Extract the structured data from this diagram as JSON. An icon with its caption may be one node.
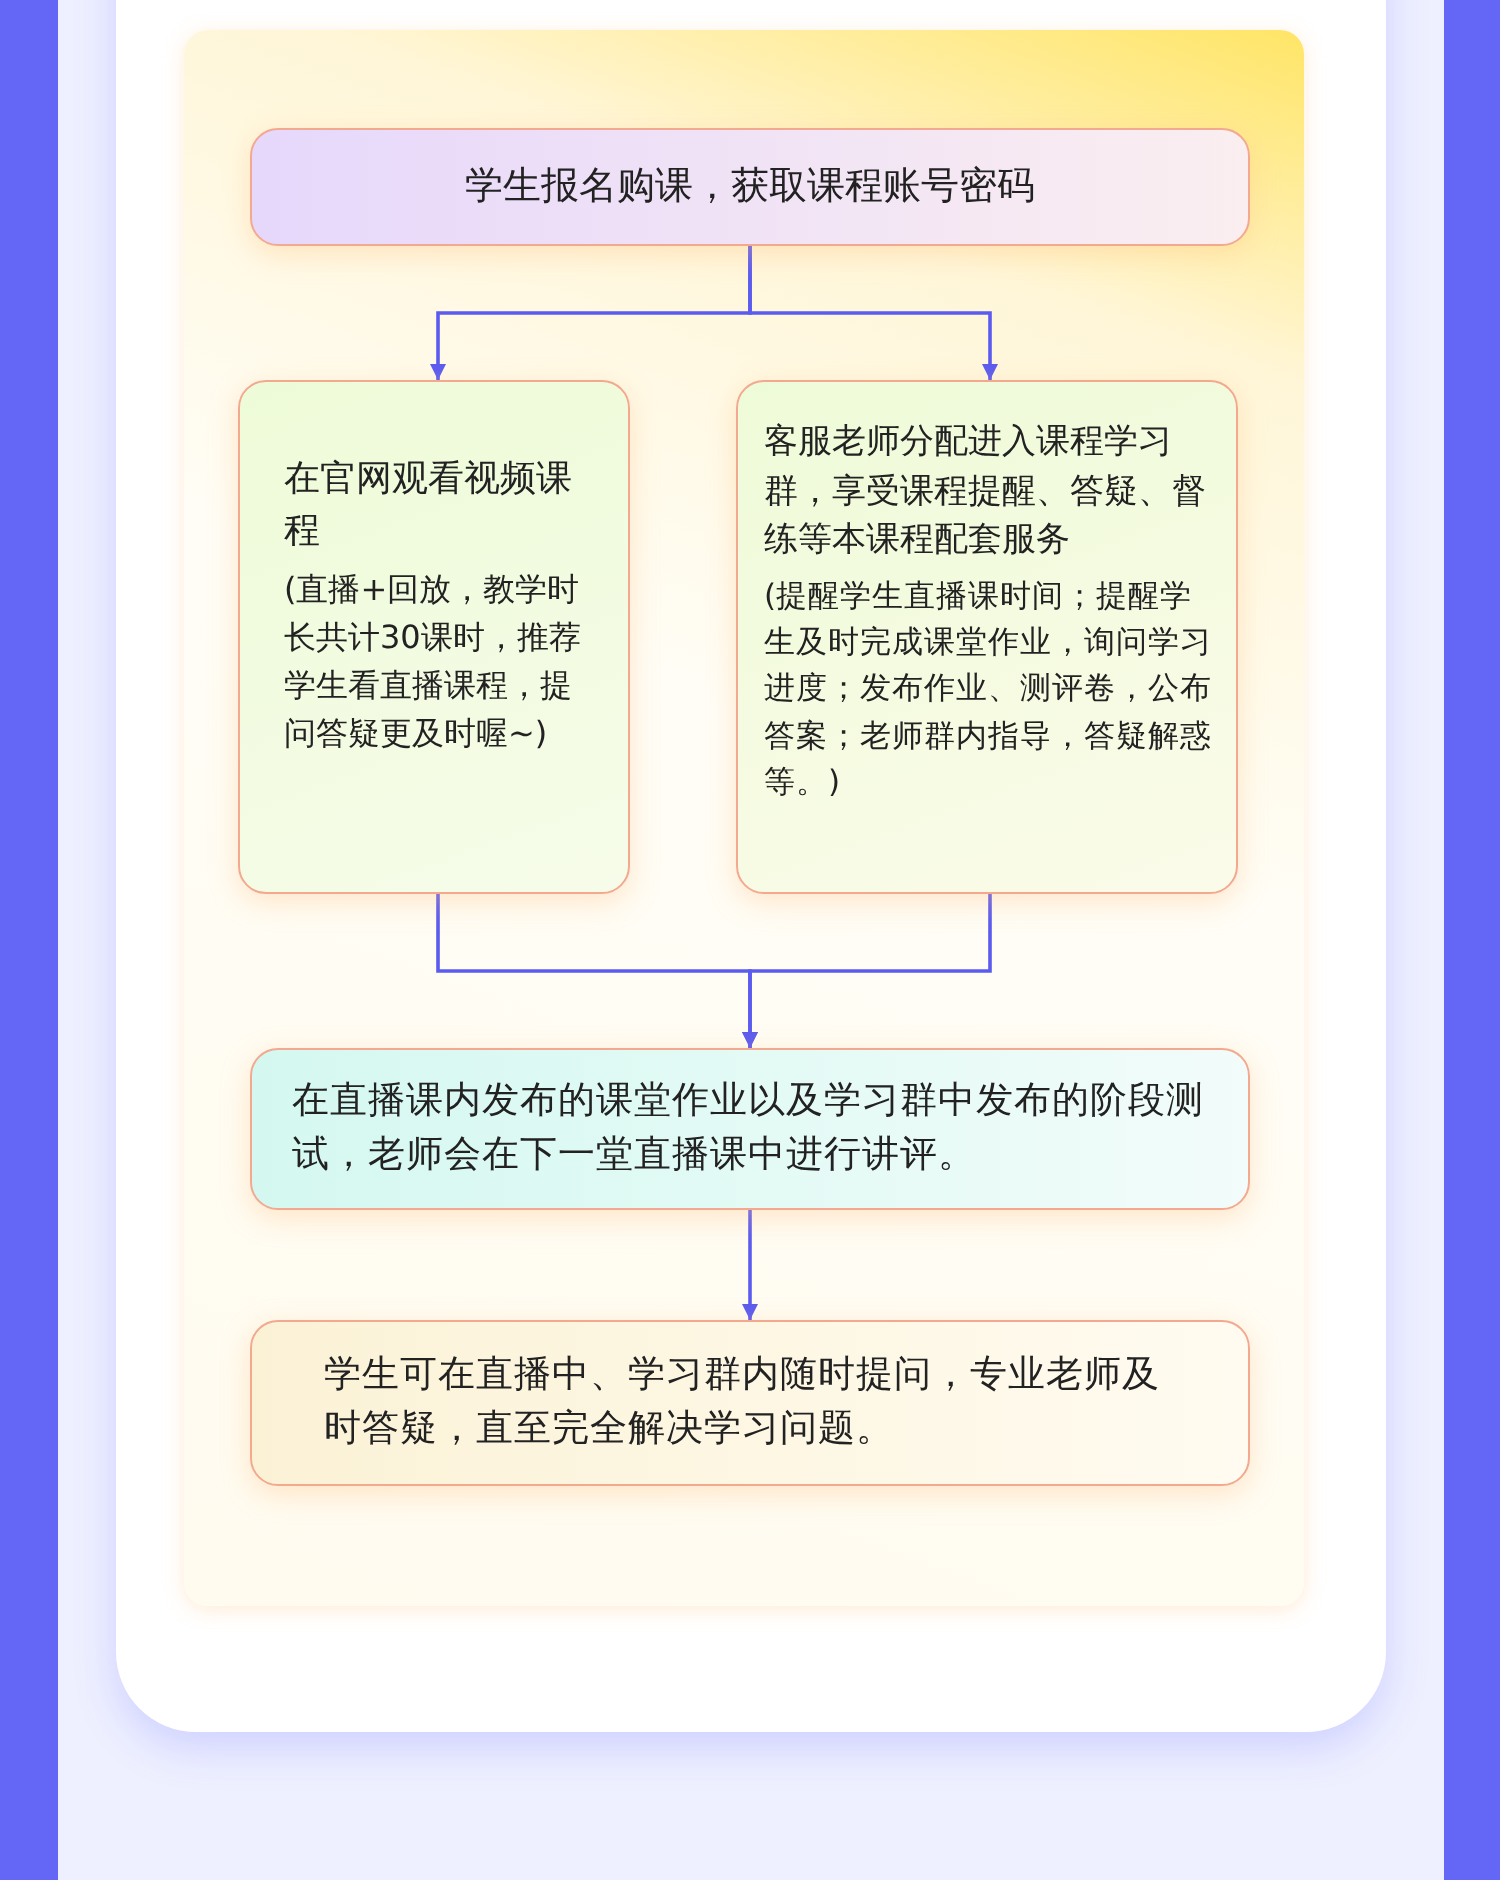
{
  "diagram": {
    "nodes": [
      {
        "text": [
          "学生报名购课，获取课程账号密码"
        ]
      },
      {
        "text": [
          "在官网观看视频课程",
          "(直播+回放，教学时长共计30课时，推荐学生看直播课程，提问答疑更及时喔~)"
        ]
      },
      {
        "text": [
          "客服老师分配进入课程学习群，享受课程提醒、答疑、督练等本课程配套服务",
          "(提醒学生直播课时间；提醒学生及时完成课堂作业，询问学习进度；发布作业、测评卷，公布答案；老师群内指导，答疑解惑等。)"
        ]
      },
      {
        "text": [
          "在直播课内发布的课堂作业以及学习群中发布的阶段测试，老师会在下一堂直播课中进行讲评。"
        ]
      },
      {
        "text": [
          "学生可在直播中、学习群内随时提问，专业老师及时答疑，直至完全解决学习问题。"
        ]
      }
    ],
    "edges": [
      {
        "from": 0,
        "to": 1,
        "arrow": "to"
      },
      {
        "from": 0,
        "to": 2,
        "arrow": "to"
      },
      {
        "from": 1,
        "to": 3,
        "arrow": "to"
      },
      {
        "from": 2,
        "to": 3,
        "arrow": "to"
      },
      {
        "from": 3,
        "to": 4,
        "arrow": "to"
      }
    ]
  }
}
